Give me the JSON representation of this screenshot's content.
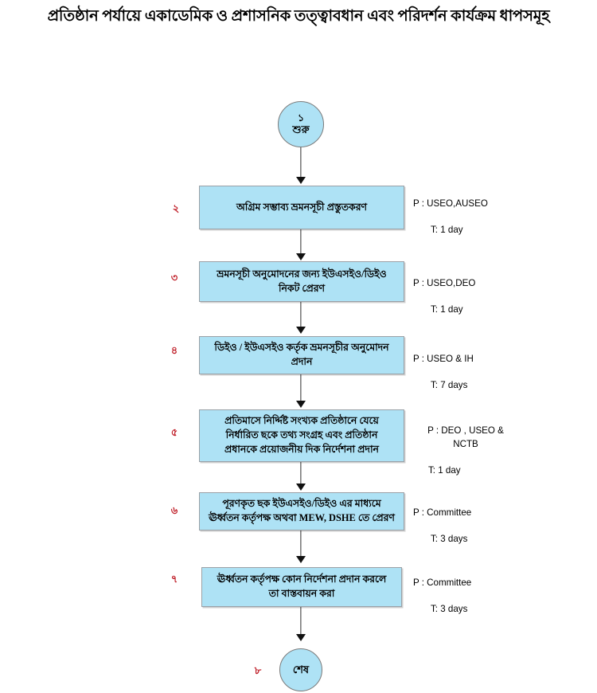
{
  "page": {
    "title": "প্রতিষ্ঠান পর্যায়ে একাডেমিক ও প্রশাসনিক তত্ত্বাবধান এবং পরিদর্শন কার্যক্রম ধাপসমূহ",
    "background_color": "#ffffff",
    "box_fill_color": "#AEE2F5",
    "box_border_color": "#9aa0a6",
    "step_number_color": "#c0202a",
    "connector_color": "#2b2b2b"
  },
  "flow": {
    "start": {
      "step_number": "১",
      "label": "শুরু",
      "shape": "circle"
    },
    "end": {
      "step_number": "৮",
      "label": "শেষ",
      "shape": "circle"
    },
    "steps": [
      {
        "step_number": "২",
        "lines": "অগ্রিম সম্ভাব্য ভ্রমনসূচী প্রস্তুতকরণ",
        "person": "P : USEO,AUSEO",
        "time": "T: 1 day"
      },
      {
        "step_number": "৩",
        "lines": "ভ্রমনসূচী অনুমোদনের জন্য ইউএসইও/ডিইও\nনিকট  প্রেরণ",
        "person": "P : USEO,DEO",
        "time": "T: 1 day"
      },
      {
        "step_number": "৪",
        "lines": "ডিইও / ইউএসইও কর্তৃক ভ্রমনসূচীর অনুমোদন\nপ্রদান",
        "person": "P : USEO & IH",
        "time": "T: 7 days"
      },
      {
        "step_number": "৫",
        "lines": "প্রতিমাসে নির্দ্দিষ্ট সংখ্যক প্রতিষ্ঠানে যেয়ে\nনির্ধারিত ছকে তথ্য সংগ্রহ এবং প্রতিষ্ঠান\nপ্রধানকে প্রয়োজনীয় দিক নির্দেশনা প্রদান",
        "person": "P : DEO , USEO &\nNCTB",
        "time": "T: 1 day"
      },
      {
        "step_number": "৬",
        "lines": "পূরণকৃত ছক ইউএসইও/ডিইও  এর মাধ্যমে\nঊর্ধ্বতন কর্তৃপক্ষ অথবা MEW, DSHE তে প্রেরণ",
        "person": "P : Committee",
        "time": "T: 3 days"
      },
      {
        "step_number": "৭",
        "lines": "ঊর্ধ্বতন কর্তৃপক্ষ কোন নির্দেশনা প্রদান করলে\nতা বাস্তবায়ন করা",
        "person": "P : Committee",
        "time": "T: 3 days"
      }
    ]
  }
}
